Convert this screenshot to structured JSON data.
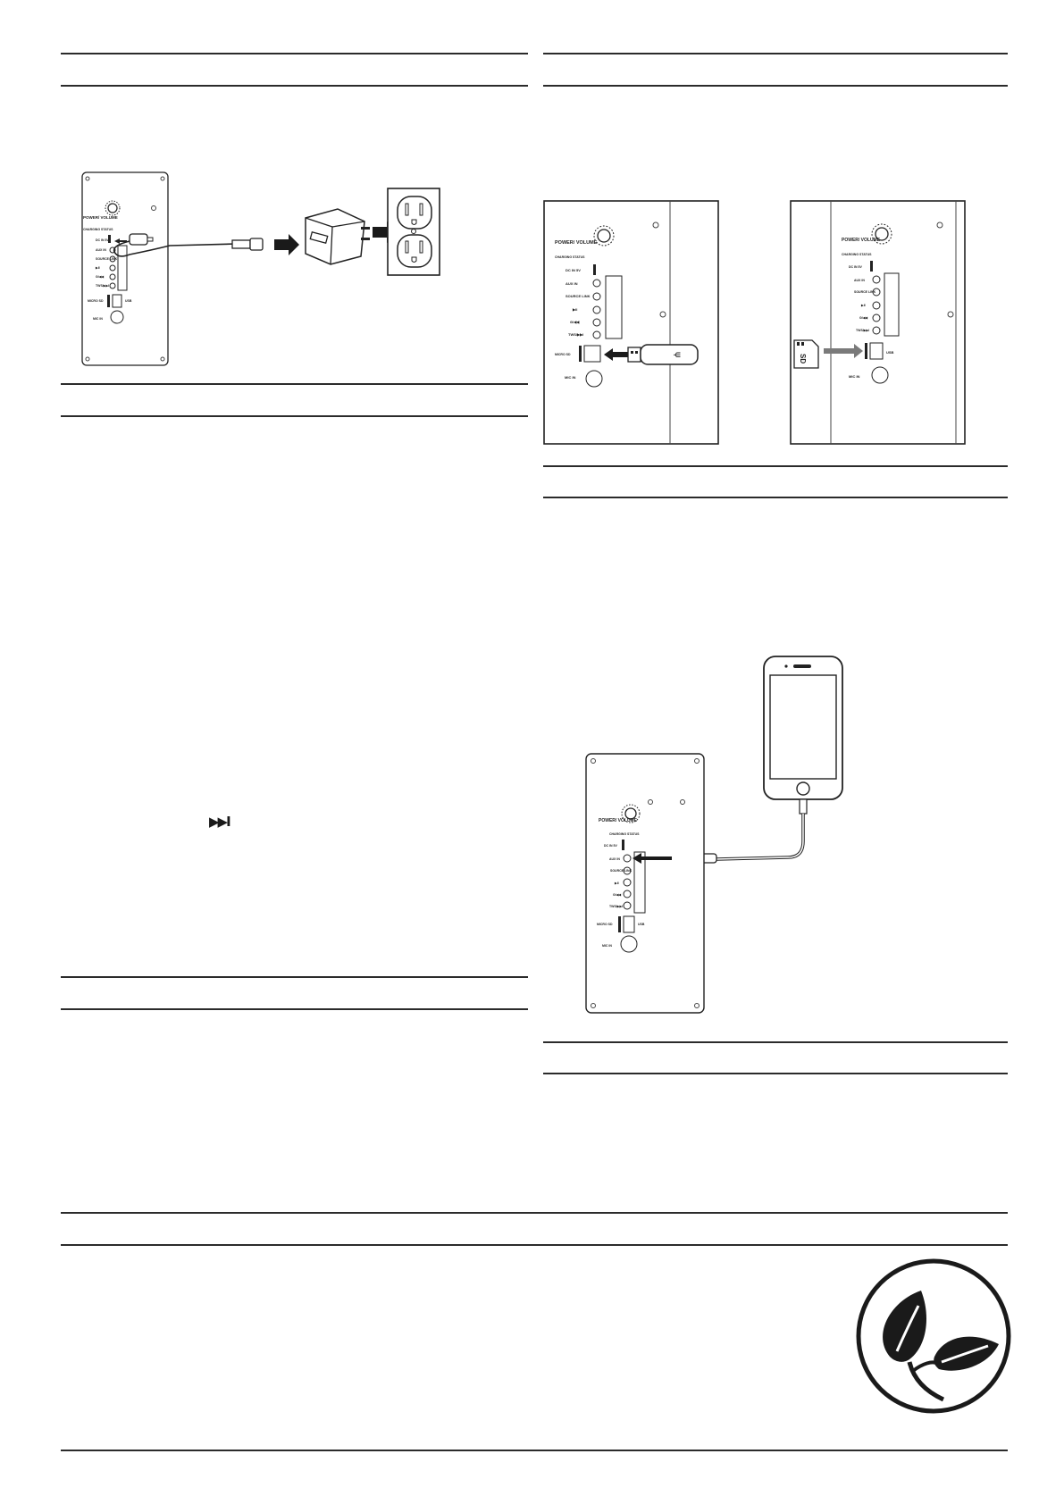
{
  "panel_labels": {
    "power_volume": "POWER/\nVOLUME",
    "charging_status": "CHARGING STATUS",
    "dc_in": "DC IN 5V",
    "aux_in": "AUX IN",
    "source_link": "SOURCE\nLINK",
    "play_pause": "▶II",
    "bt_mode": "ʘ/◀◀",
    "tws_next": "TWS/▶▶I",
    "micro_sd": "MICRO SD",
    "usb": "USB",
    "mic_in": "MIC IN"
  },
  "sd_card_label": "SD",
  "skip_symbol": "▶▶I",
  "icons": [
    "charger-icon",
    "wall-outlet-icon",
    "usb-drive-icon",
    "sd-card-icon",
    "smartphone-icon",
    "leaf-logo-icon"
  ]
}
